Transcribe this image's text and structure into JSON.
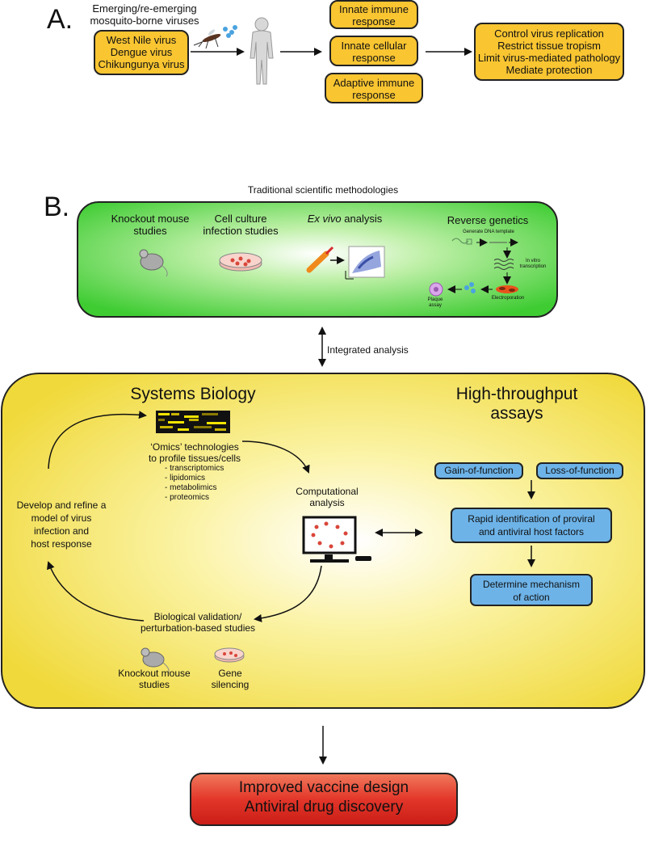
{
  "panel_a": {
    "letter": "A.",
    "viruses_heading": "Emerging/re-emerging\nmosquito-borne viruses",
    "viruses": [
      "West Nile virus",
      "Dengue virus",
      "Chikungunya virus"
    ],
    "responses": [
      "Innate immune\nresponse",
      "Innate cellular\nresponse",
      "Adaptive immune\nresponse"
    ],
    "outcomes": [
      "Control virus replication",
      "Restrict tissue tropism",
      "Limit virus-mediated pathology",
      "Mediate protection"
    ]
  },
  "panel_b": {
    "letter": "B.",
    "traditional_title": "Traditional scientific methodologies",
    "traditional": {
      "knockout": "Knockout mouse\nstudies",
      "cell_culture": "Cell culture\ninfection studies",
      "ex_vivo_italic": "Ex vivo",
      "ex_vivo_rest": " analysis",
      "reverse_genetics": "Reverse genetics",
      "rg_template": "Generate DNA template",
      "rg_transcription": "In vitro\ntranscription",
      "rg_electroporation": "Electroporation",
      "rg_plaque": "Plaque\nassay"
    },
    "integrated": "Integrated analysis",
    "systems_biology": "Systems Biology",
    "high_throughput": "High-throughput\nassays",
    "omics_title": "‘Omics’ technologies\nto profile tissues/cells",
    "omics_list": [
      "- transcriptomics",
      "- lipidomics",
      "- metabolimics",
      "- proteomics"
    ],
    "computational": "Computational\nanalysis",
    "model": "Develop and refine a\nmodel of virus\ninfection and\nhost response",
    "validation": "Biological validation/\nperturbation-based studies",
    "knockout_bottom": "Knockout mouse\nstudies",
    "gene_silencing": "Gene\nsilencing",
    "gain": "Gain-of-function",
    "loss": "Loss-of-function",
    "rapid": "Rapid identification of proviral\nand antiviral host factors",
    "mechanism": "Determine mechanism\nof action",
    "outcome": [
      "Improved vaccine design",
      "Antiviral drug discovery"
    ]
  },
  "colors": {
    "orange_box": "#f9c531",
    "green_panel": "#5cd94a",
    "yellow_panel": "#f5e451",
    "blue_box": "#6db3e8",
    "red_box": "#e3362a"
  }
}
